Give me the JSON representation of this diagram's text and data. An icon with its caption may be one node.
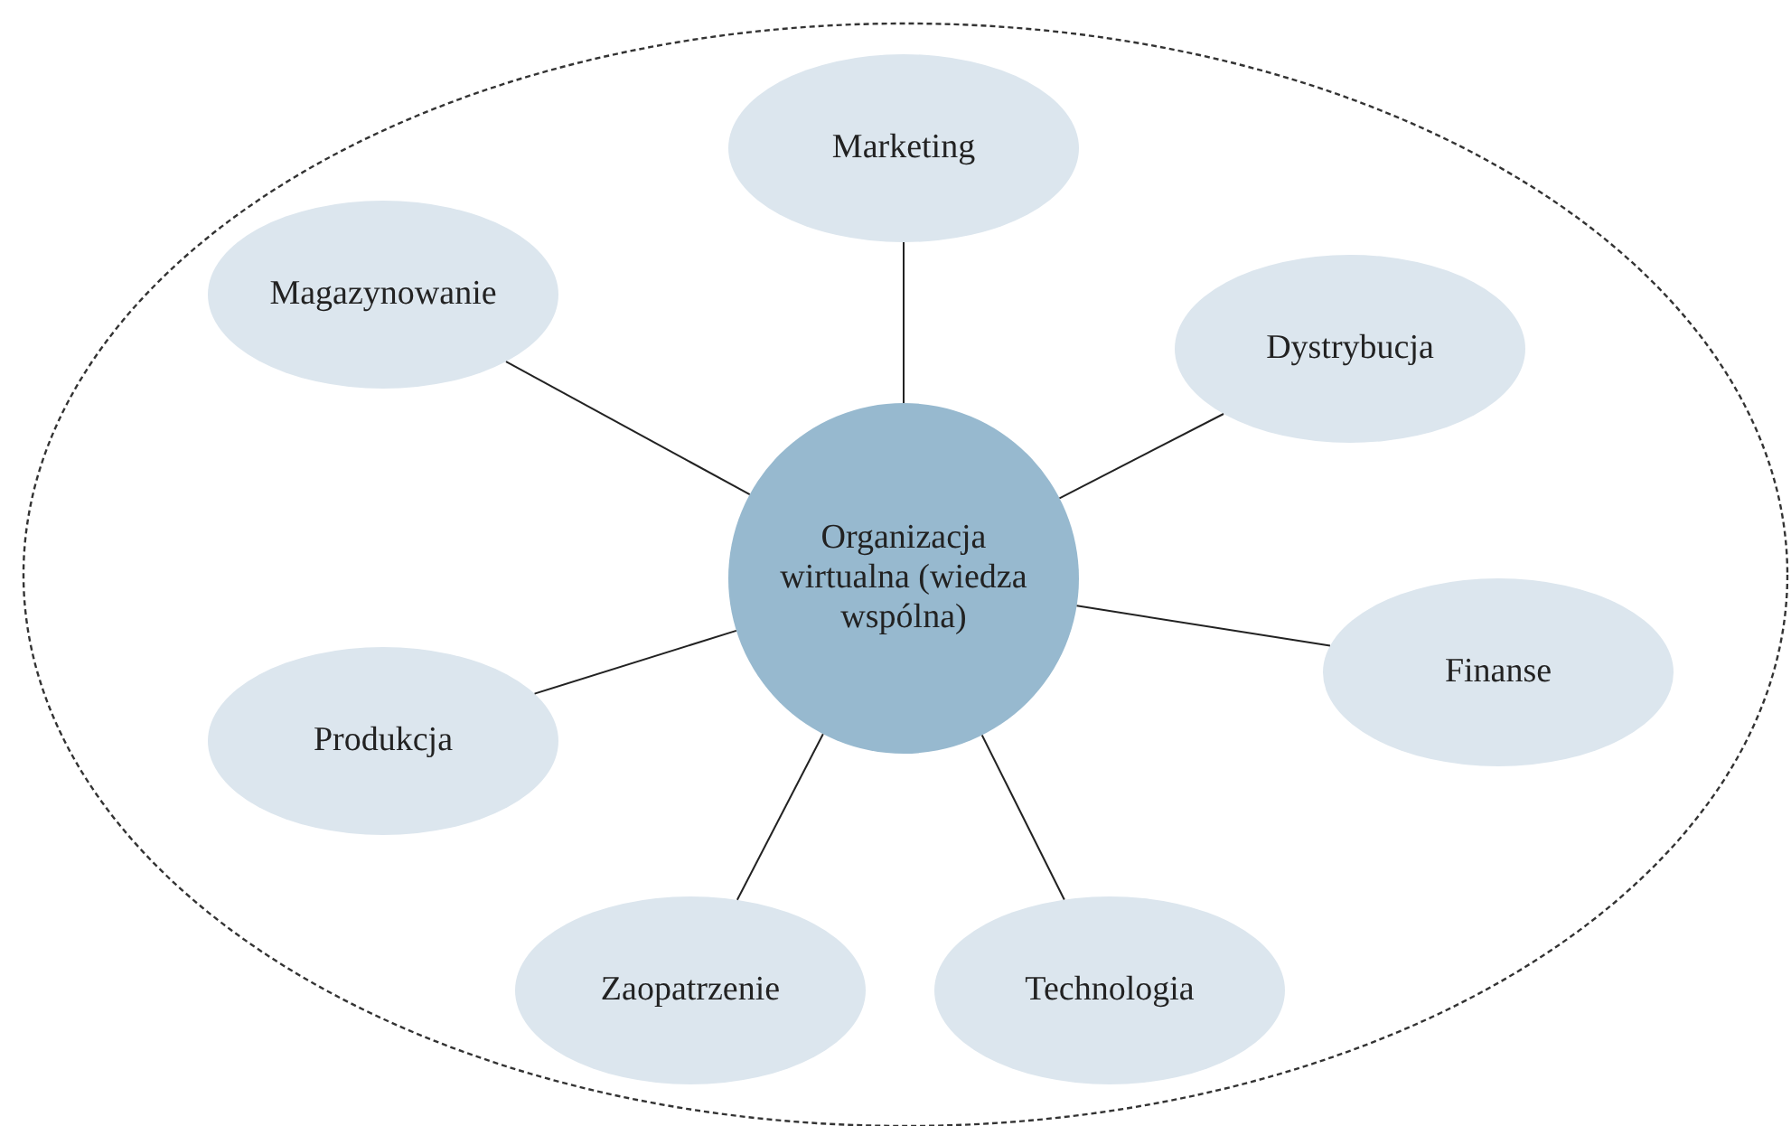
{
  "diagram": {
    "nodes": [
      {
        "text": [],
        "shape": "ellipse"
      },
      {
        "text": [
          "Marketing"
        ],
        "in": 0
      },
      {
        "text": [
          "Magazynowanie"
        ],
        "in": 0
      },
      {
        "text": [
          "Dystrybucja"
        ],
        "in": 0
      },
      {
        "text": [
          "Organizacja wirtualna (wiedza wspólna)"
        ],
        "in": 0
      },
      {
        "text": [
          "Finanse"
        ],
        "in": 0
      },
      {
        "text": [
          "Produkcja"
        ],
        "in": 0
      },
      {
        "text": [
          "Zaopatrzenie"
        ],
        "in": 0
      },
      {
        "text": [
          "Technologia"
        ],
        "in": 0
      }
    ],
    "edges": [
      {
        "from": 4,
        "to": 1,
        "arrow": "none"
      },
      {
        "from": 4,
        "to": 2,
        "arrow": "none"
      },
      {
        "from": 4,
        "to": 3,
        "arrow": "none"
      },
      {
        "from": 4,
        "to": 5,
        "arrow": "none"
      },
      {
        "from": 4,
        "to": 6,
        "arrow": "none"
      },
      {
        "from": 4,
        "to": 7,
        "arrow": "none"
      },
      {
        "from": 4,
        "to": 8,
        "arrow": "none"
      }
    ]
  }
}
